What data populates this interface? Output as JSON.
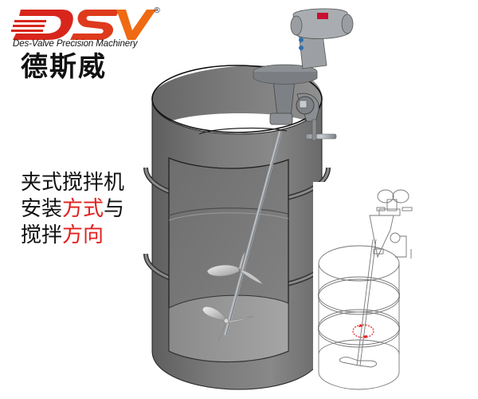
{
  "logo": {
    "brand": "DSV",
    "registered_mark": "®",
    "tagline": "Des-Valve Precision Machinery",
    "chinese_name": "德斯威",
    "colors": {
      "d_red": "#d8261c",
      "s_red": "#de3a1c",
      "v_orange": "#ef6a12"
    }
  },
  "caption": {
    "line1": "夹式搅拌机",
    "line2_black": "安装",
    "line2_red": "方式",
    "line2_tail": "与",
    "line3_black": "搅拌",
    "line3_red": "方向",
    "accent_color": "#e0201e"
  },
  "illustration": {
    "main": "clamp-mounted-agitator-in-tank-cutaway",
    "inset": "wireframe-tank-with-rotation-arrow",
    "rotation_indicator_color": "#e0201e"
  }
}
